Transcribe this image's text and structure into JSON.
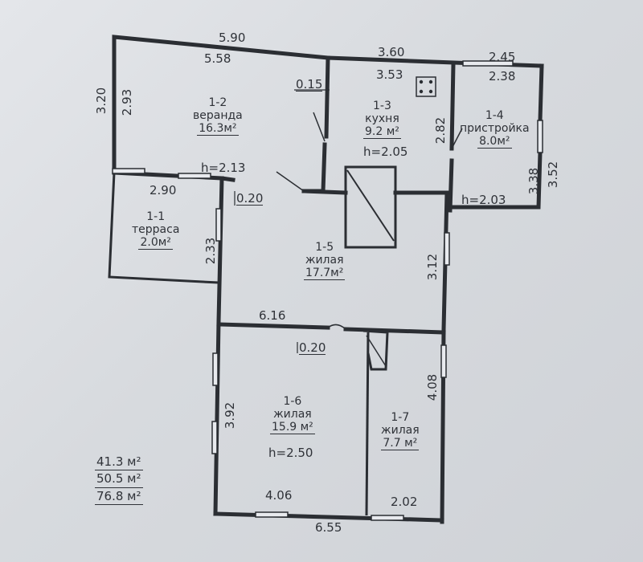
{
  "rooms": {
    "r1_1": {
      "id": "1-1",
      "name": "терраса",
      "area": "2.0м²"
    },
    "r1_2": {
      "id": "1-2",
      "name": "веранда",
      "area": "16.3м²"
    },
    "r1_3": {
      "id": "1-3",
      "name": "кухня",
      "area": "9.2 м²"
    },
    "r1_4": {
      "id": "1-4",
      "name": "пристройка",
      "area": "8.0м²"
    },
    "r1_5": {
      "id": "1-5",
      "name": "жилая",
      "area": "17.7м²"
    },
    "r1_6": {
      "id": "1-6",
      "name": "жилая",
      "area": "15.9 м²"
    },
    "r1_7": {
      "id": "1-7",
      "name": "жилая",
      "area": "7.7 м²"
    }
  },
  "dims": {
    "top_590": "5.90",
    "top_558": "5.58",
    "top_360": "3.60",
    "top_353": "3.53",
    "top_245": "2.45",
    "top_238": "2.38",
    "d015": "0.15",
    "d320": "3.20",
    "d293": "2.93",
    "d282": "2.82",
    "d338": "3.38",
    "d352": "3.52",
    "d290": "2.90",
    "d233": "2.33",
    "d312": "3.12",
    "d616": "6.16",
    "d408": "4.08",
    "d392": "3.92",
    "d406": "4.06",
    "d202": "2.02",
    "d655": "6.55",
    "d020a": "0.20",
    "d020b": "0.20"
  },
  "heights": {
    "h213": "h=2.13",
    "h205": "h=2.05",
    "h203": "h=2.03",
    "h250": "h=2.50"
  },
  "totals": [
    "41.3 м²",
    "50.5 м²",
    "76.8 м²"
  ]
}
